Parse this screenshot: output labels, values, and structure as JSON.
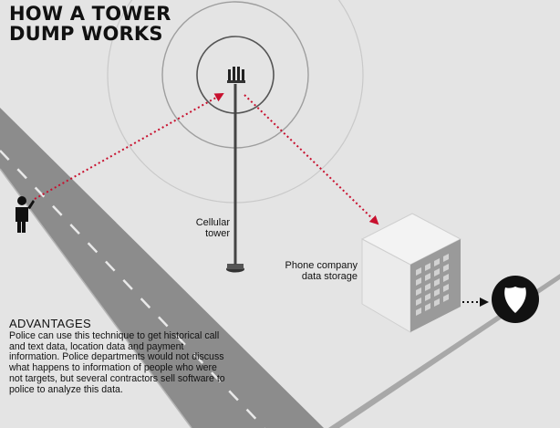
{
  "title": {
    "line1": "HOW A TOWER",
    "line2": "DUMP WORKS"
  },
  "labels": {
    "tower": {
      "line1": "Cellular",
      "line2": "tower"
    },
    "storage": {
      "line1": "Phone company",
      "line2": "data storage"
    }
  },
  "advantages": {
    "heading": "ADVANTAGES",
    "body": "Police can use this technique to get historical call and text data, location data and payment information. Police departments would not discuss what happens to information of people who were not targets, but several contractors sell software to police to analyze this data."
  },
  "icons": {
    "person": "person-on-phone-icon",
    "tower": "cell-tower-icon",
    "building": "data-storage-building-icon",
    "police": "police-badge-icon"
  },
  "colors": {
    "background": "#e4e4e4",
    "road": "#8c8c8c",
    "signal_dots": "#c8102e",
    "ink": "#111111"
  }
}
